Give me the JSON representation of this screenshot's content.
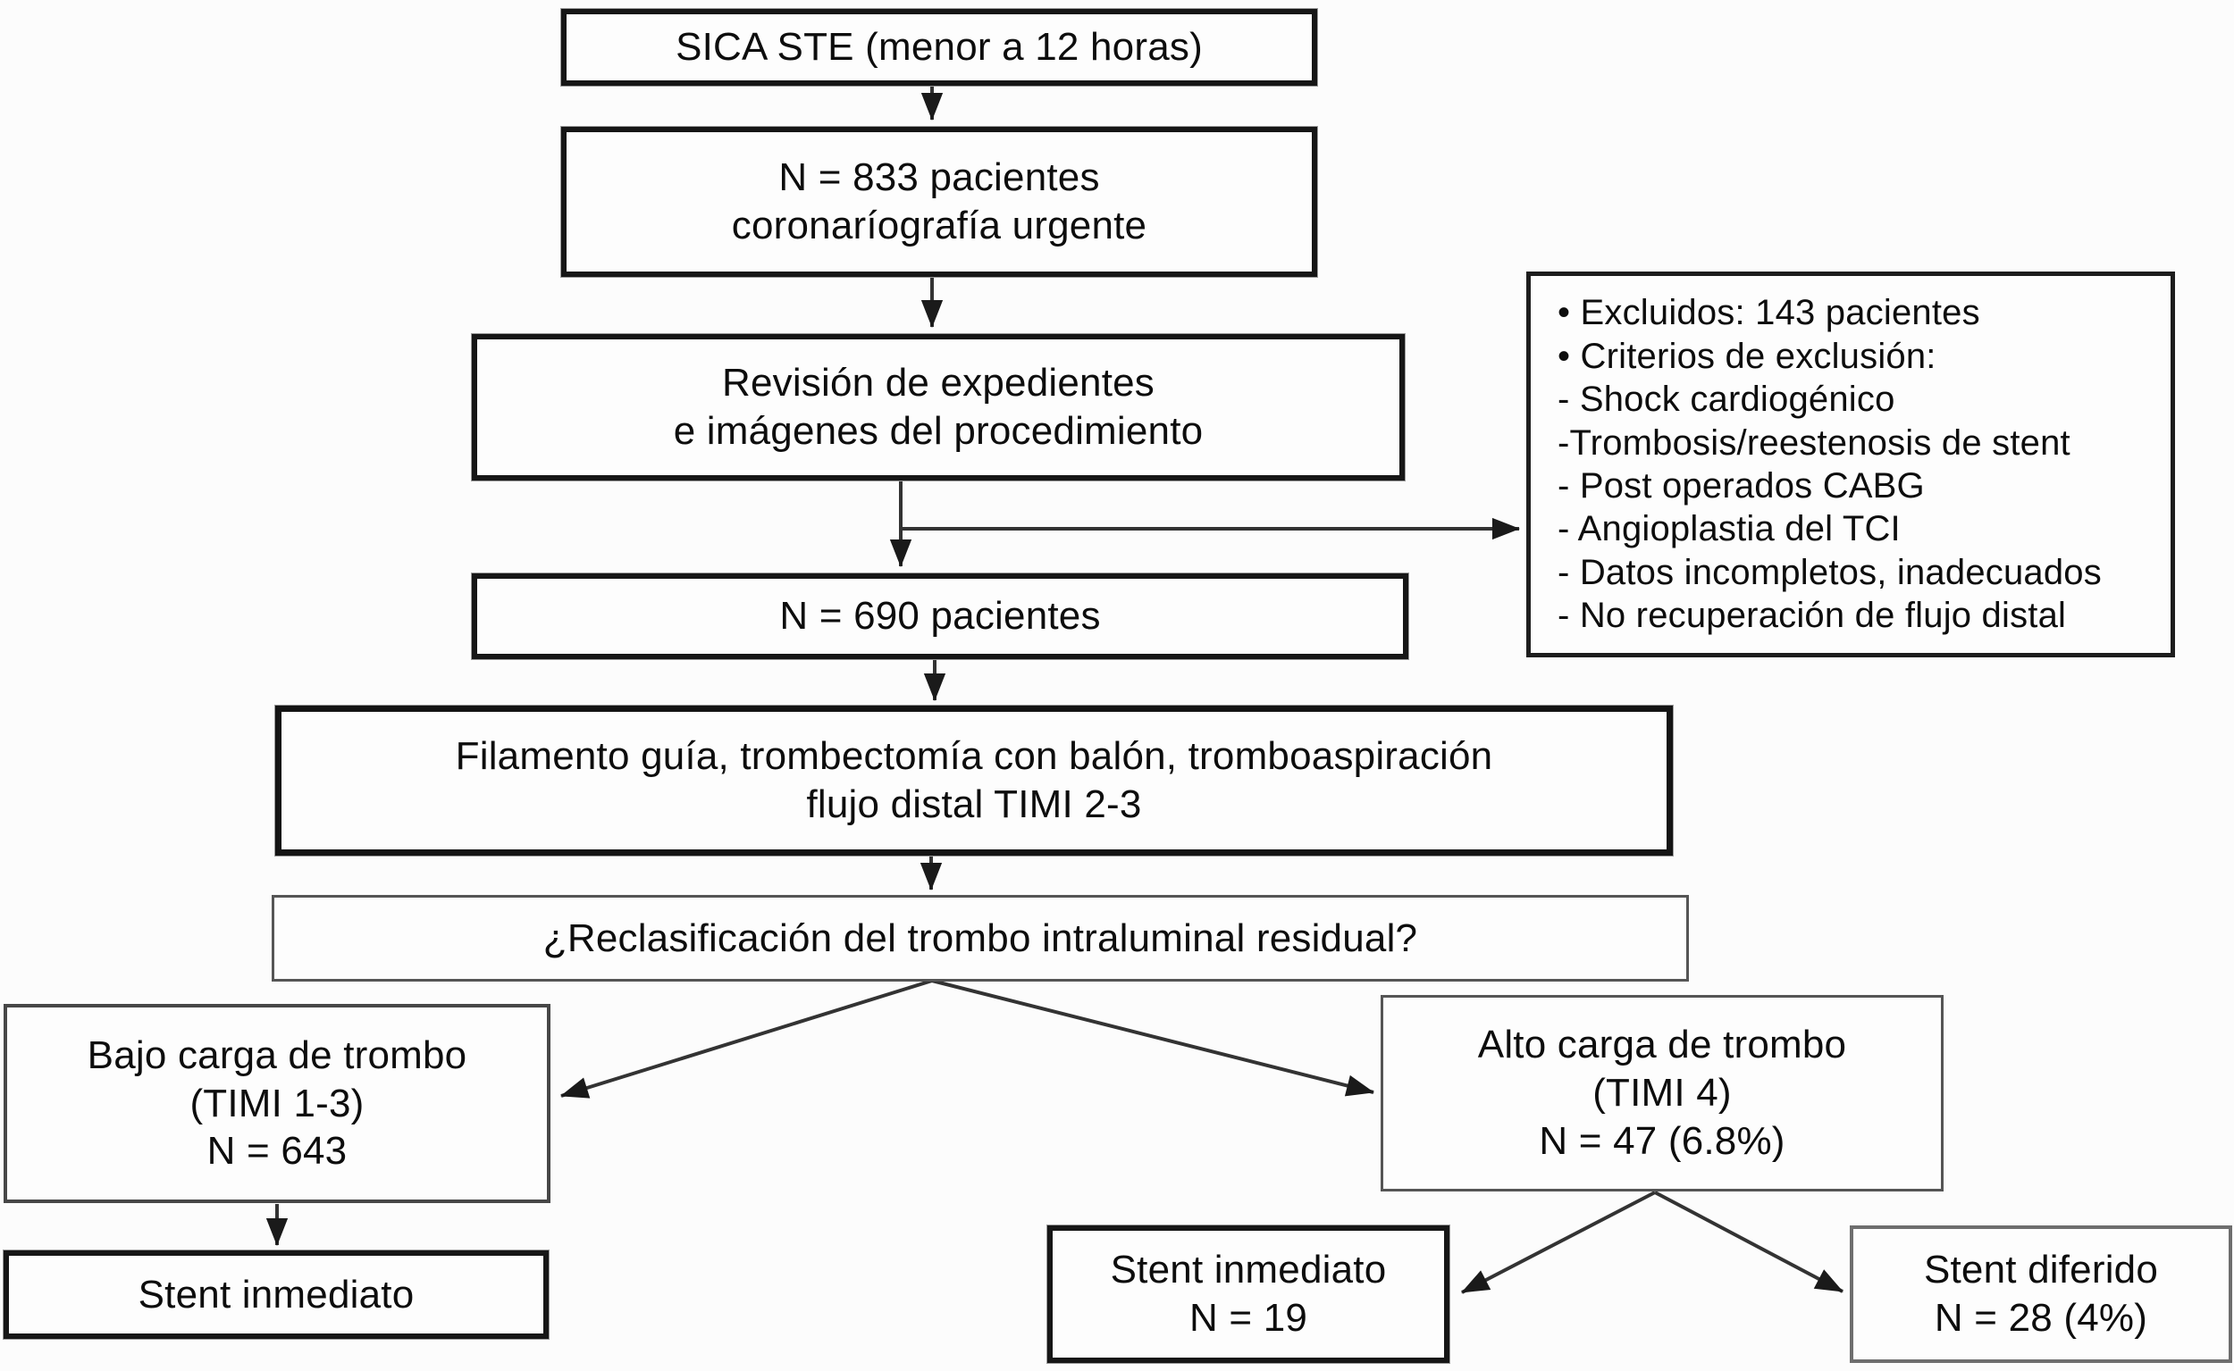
{
  "figure": {
    "background": "#fcfcfc",
    "box_fill": "#fdfdfd",
    "border_dark": "#161616",
    "border_gray": "#555555",
    "text_color": "#0d0d0d"
  },
  "nodes": {
    "sica": {
      "line1": "SICA STE (menor a 12 horas)"
    },
    "n833": {
      "line1": "N = 833 pacientes",
      "line2": "coronaríografía urgente"
    },
    "revision": {
      "line1": "Revisión de expedientes",
      "line2": "e imágenes del procedimiento"
    },
    "exclusion": {
      "line1": "• Excluidos: 143 pacientes",
      "line2": "• Criterios de exclusión:",
      "line3": "- Shock cardiogénico",
      "line4": "-Trombosis/reestenosis de stent",
      "line5": "- Post operados CABG",
      "line6": "- Angioplastia del TCI",
      "line7": "- Datos incompletos, inadecuados",
      "line8": "- No recuperación de flujo distal"
    },
    "n690": {
      "line1": "N = 690 pacientes"
    },
    "filamento": {
      "line1": "Filamento guía, trombectomía con balón, tromboaspiración",
      "line2": "flujo distal TIMI 2-3"
    },
    "reclasificacion": {
      "line1": "¿Reclasificación del trombo intraluminal residual?"
    },
    "bajo_carga": {
      "line1": "Bajo carga de trombo",
      "line2": "(TIMI 1-3)",
      "line3": "N = 643"
    },
    "alto_carga": {
      "line1": "Alto carga de trombo",
      "line2": "(TIMI 4)",
      "line3": "N = 47 (6.8%)"
    },
    "stent_inmediato_izq": {
      "line1": "Stent inmediato"
    },
    "stent_inmediato_alto": {
      "line1": "Stent inmediato",
      "line2": "N = 19"
    },
    "stent_diferido": {
      "line1": "Stent diferido",
      "line2": "N = 28 (4%)"
    }
  }
}
